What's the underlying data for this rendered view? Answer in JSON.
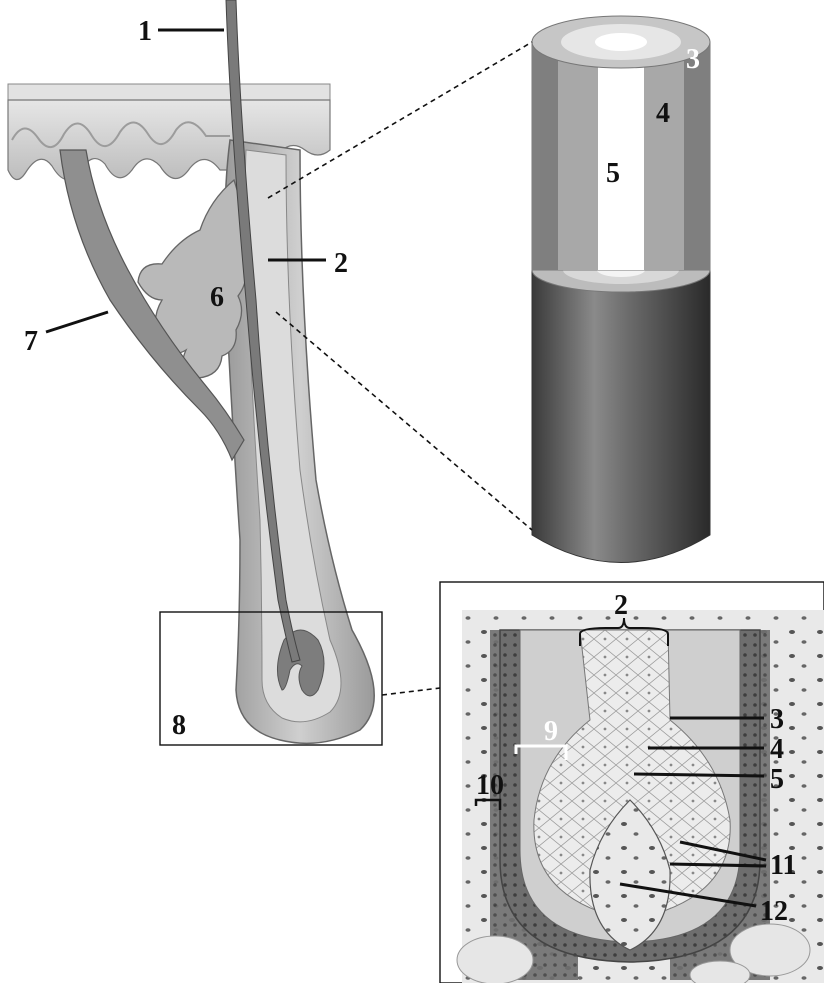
{
  "diagram": {
    "labels": {
      "shaft_tip": "1",
      "shaft": "2",
      "gland": "6",
      "muscle": "7",
      "bulb_box": "8",
      "cyl_3": "3",
      "cyl_4": "4",
      "cyl_5": "5",
      "detail_2": "2",
      "detail_3": "3",
      "detail_4": "4",
      "detail_5": "5",
      "detail_9": "9",
      "detail_10": "10",
      "detail_11": "11",
      "detail_12": "12"
    }
  }
}
